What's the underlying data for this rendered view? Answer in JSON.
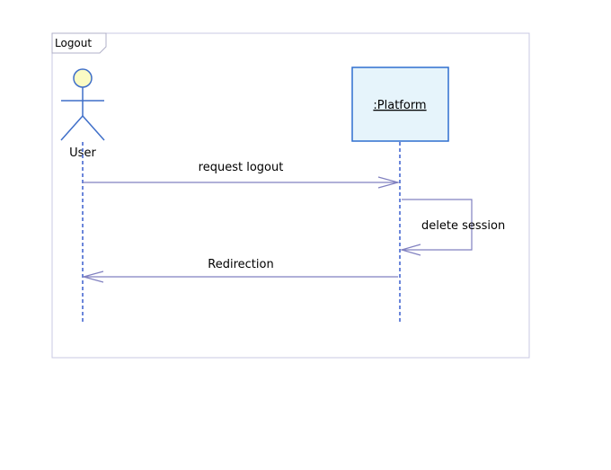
{
  "diagram": {
    "frame_label": "Logout",
    "actor": {
      "label": "User"
    },
    "object": {
      "label": ":Platform"
    },
    "messages": [
      {
        "label": "request logout",
        "direction": "User to :Platform"
      },
      {
        "label": "delete session",
        "direction": "self-call on :Platform"
      },
      {
        "label": "Redirection",
        "direction": ":Platform to User"
      }
    ]
  },
  "colors": {
    "frame_border": "#c9c9e3",
    "message_line": "#8080c0",
    "lifeline": "#3a5fcd",
    "actor_stroke": "#3f6fc9",
    "actor_head_fill": "#fbfbc4",
    "object_fill": "#e6f4fb",
    "object_border": "#2f6fcf"
  }
}
